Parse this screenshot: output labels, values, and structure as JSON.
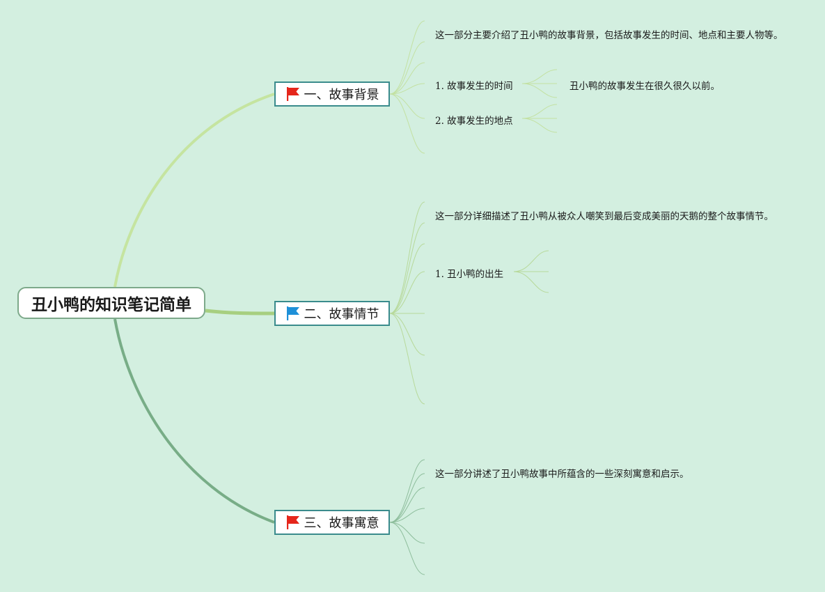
{
  "root": {
    "label": "丑小鸭的知识笔记简单"
  },
  "colors": {
    "background": "#d3efe0",
    "branch_1": "#c5e4a0",
    "branch_2": "#a7cf80",
    "branch_3": "#78ad87",
    "topic_border": "#3a8b8c",
    "flag_red": "#e5261b",
    "flag_blue": "#1e90d8"
  },
  "topics": [
    {
      "label": "一、故事背景",
      "flag": "red-flag-icon",
      "summary": "这一部分主要介绍了丑小鸭的故事背景，包括故事发生的时间、地点和主要人物等。",
      "subtopics": [
        {
          "label": "1. 故事发生的时间",
          "detail": "丑小鸭的故事发生在很久很久以前。"
        },
        {
          "label": "2. 故事发生的地点"
        }
      ]
    },
    {
      "label": "二、故事情节",
      "flag": "blue-flag-icon",
      "summary": "这一部分详细描述了丑小鸭从被众人嘲笑到最后变成美丽的天鹅的整个故事情节。",
      "subtopics": [
        {
          "label": "1. 丑小鸭的出生"
        }
      ]
    },
    {
      "label": "三、故事寓意",
      "flag": "red-flag-icon",
      "summary": "这一部分讲述了丑小鸭故事中所蕴含的一些深刻寓意和启示。",
      "subtopics": []
    }
  ]
}
